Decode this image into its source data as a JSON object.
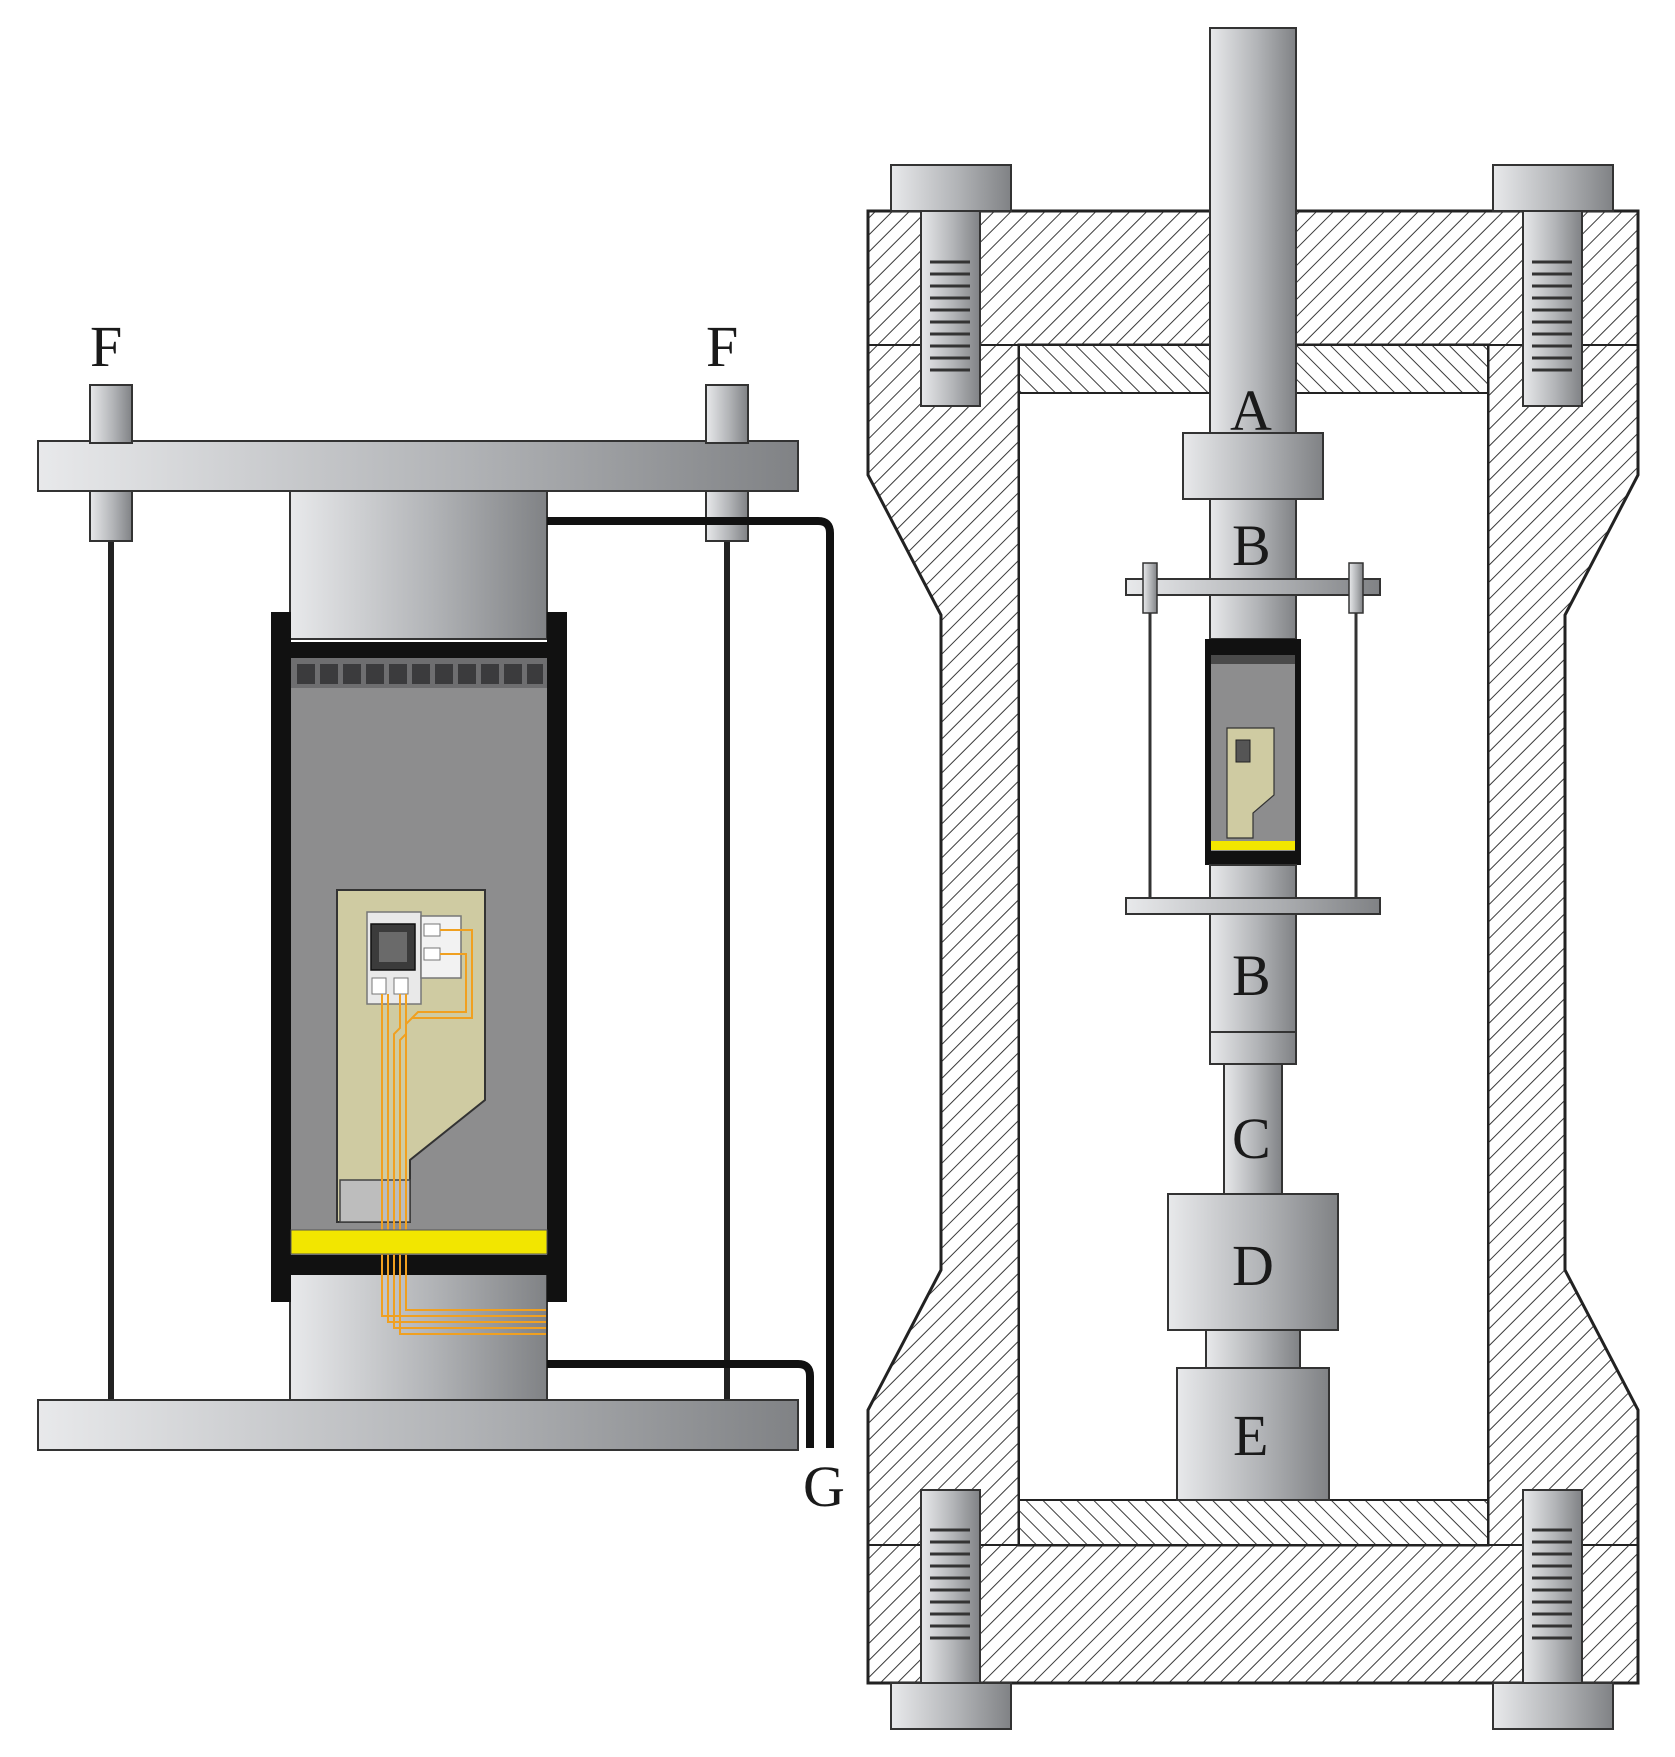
{
  "labels": {
    "F_left": "F",
    "F_right": "F",
    "G": "G",
    "A": "A",
    "B_top": "B",
    "B_bottom": "B",
    "C": "C",
    "D": "D",
    "E": "E"
  },
  "colors": {
    "metal_light": "#e8e9eb",
    "metal_dark": "#808285",
    "cell_wall": "#111111",
    "sample_fill": "#8d8d8e",
    "sensor_board": "#cfcba2",
    "leads": "#f0a020",
    "filter_band": "#f2e600",
    "hatch": "#3a3a3a"
  }
}
